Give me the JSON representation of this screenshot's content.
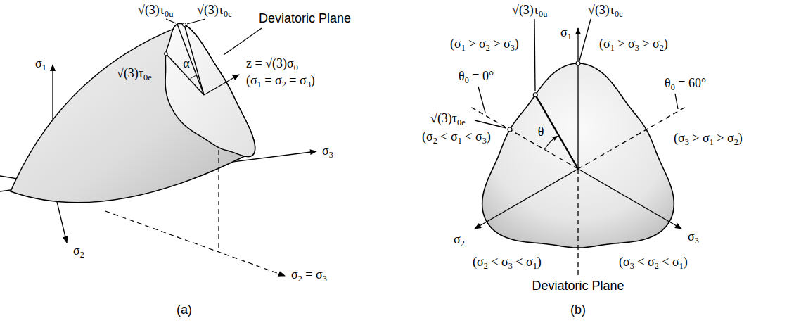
{
  "diagram": {
    "labels": [
      "σ1",
      "√(3)τ0u",
      "√(3)τ0c",
      "Deviatoric Plane",
      "α",
      "z = √(3)σ0",
      "(σ1 = σ2 = σ3)",
      "√(3)τ0e",
      "σ3",
      "σ2",
      "σ2 = σ3",
      "(a)",
      "σ1",
      "√(3)τ0u",
      "√(3)τ0c",
      "(σ1 > σ2 > σ3)",
      "(σ1 > σ3 > σ2)",
      "θ0 = 0°",
      "θ",
      "θ0 = 60°",
      "√(3)τ0e",
      "(σ2 < σ1 < σ3)",
      "(σ3 > σ1 > σ2)",
      "σ2",
      "σ3",
      "(σ2 < σ3 < σ1)",
      "(σ3 < σ2 < σ1)",
      "Deviatoric Plane",
      "(b)"
    ]
  }
}
